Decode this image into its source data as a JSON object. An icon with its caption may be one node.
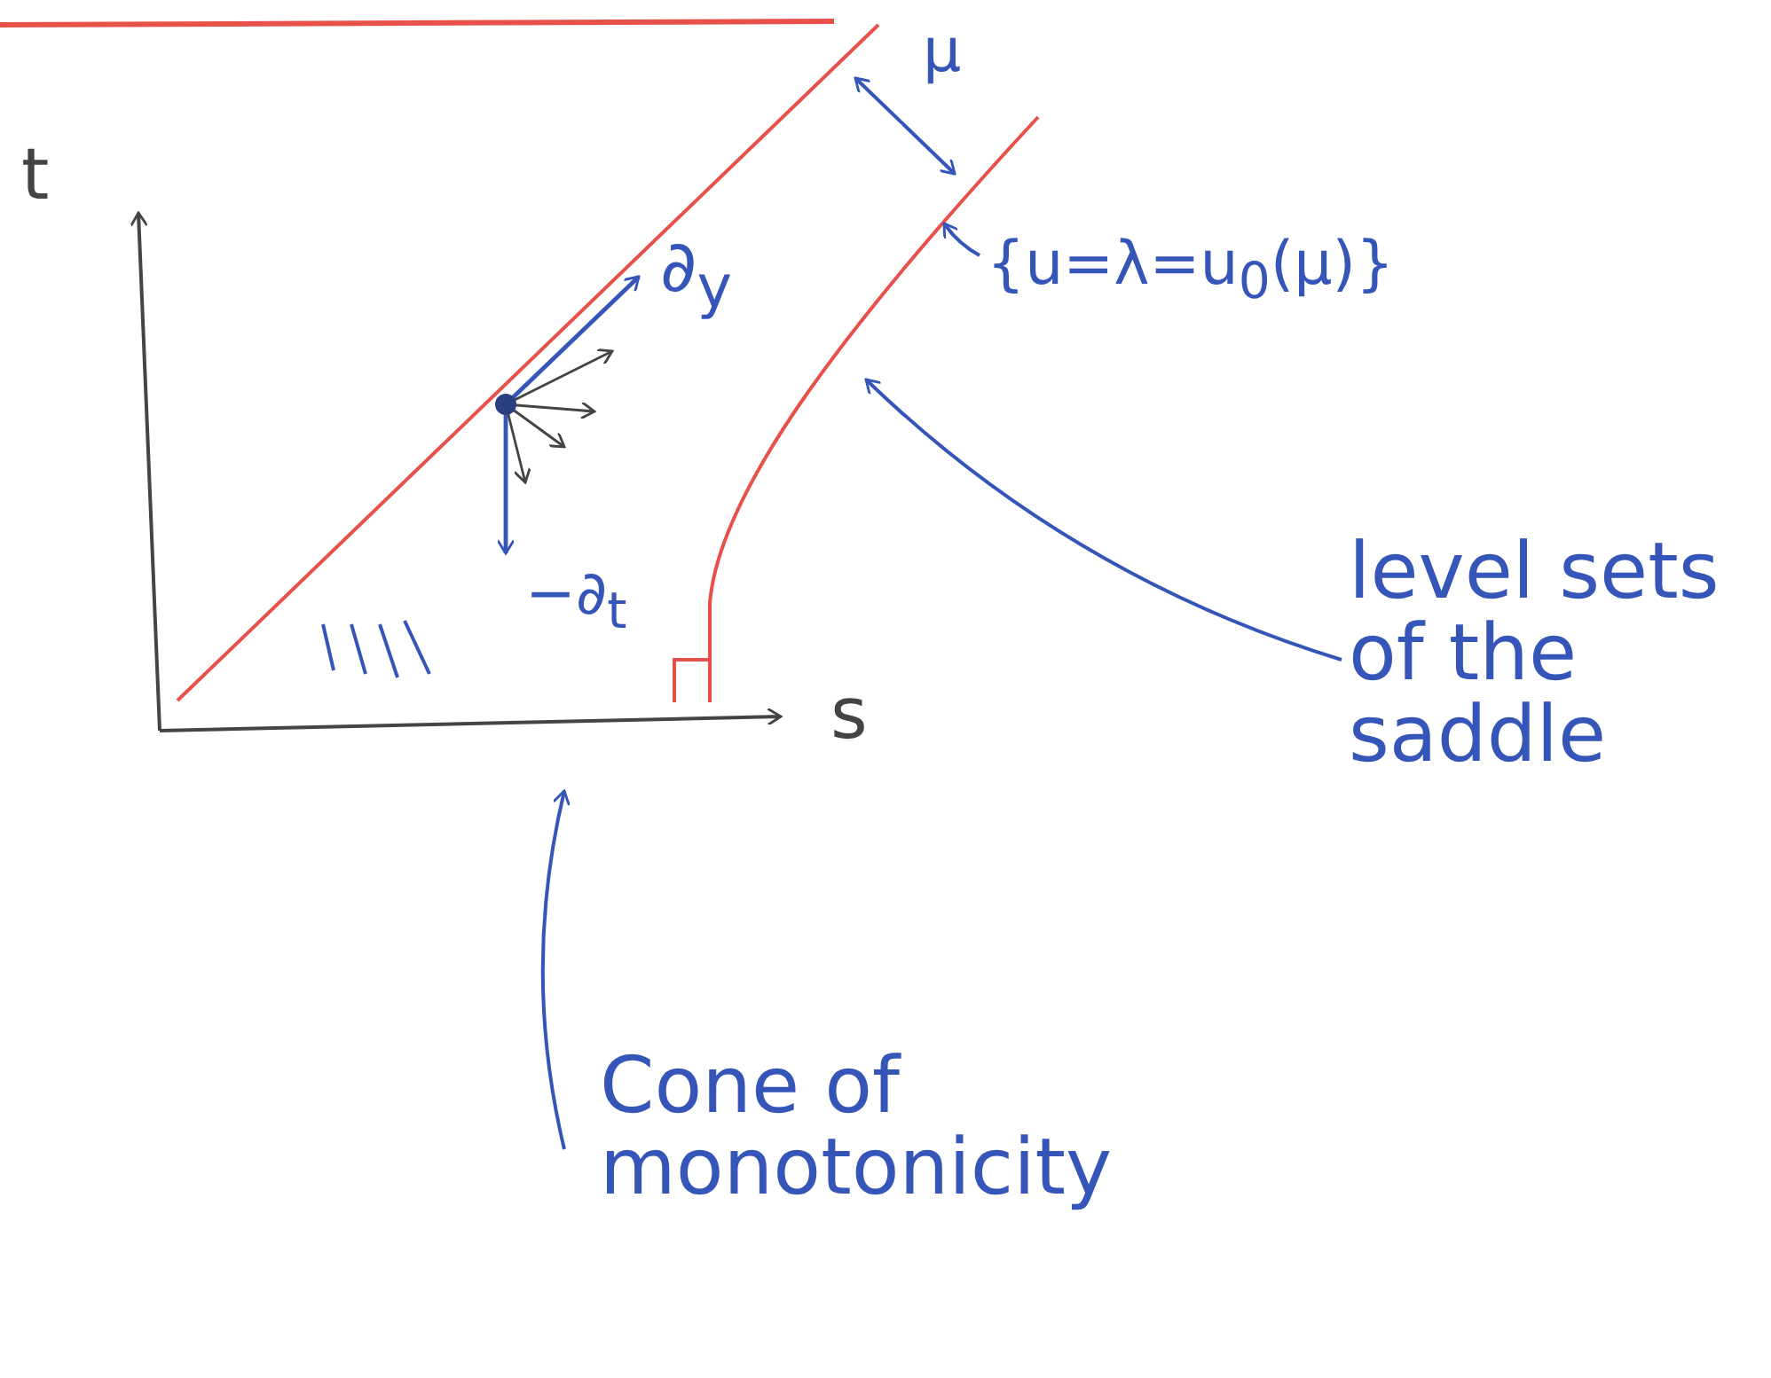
{
  "diagram": {
    "nodes": [
      {
        "text": [
          "level sets of the saddle"
        ]
      },
      {
        "text": [],
        "shape": "line"
      },
      {
        "text": [
          "{u=λ=u$_{0}$(μ)}"
        ]
      },
      {
        "text": [
          "Cone of monotonicity"
        ]
      }
    ],
    "edges": [
      {
        "from": 0,
        "to": 1,
        "arrow": "to"
      },
      {
        "from": 2,
        "to": 1,
        "arrow": "to"
      },
      {
        "from": 3,
        "to": null,
        "arrow": "to"
      }
    ],
    "labels": [
      "t",
      "s",
      "μ",
      "∂$_{y}$",
      "−∂$_{t}$"
    ]
  }
}
